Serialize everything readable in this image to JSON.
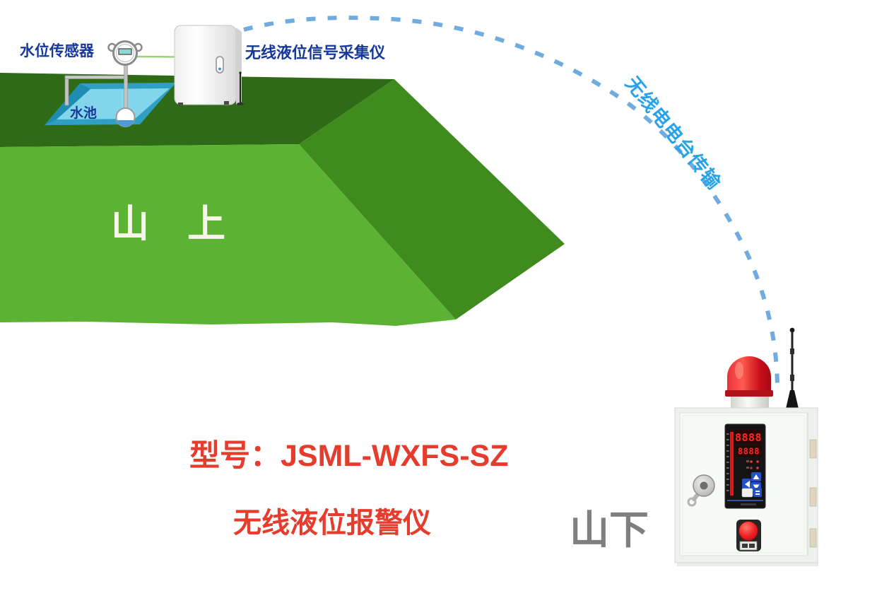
{
  "labels": {
    "sensor": "水位传感器",
    "collector": "无线液位信号采集仪",
    "pool": "水池",
    "uphill": "山　上",
    "transmission": "无线电电台传输",
    "downhill": "山下",
    "model": "型号：JSML-WXFS-SZ",
    "product": "无线液位报警仪"
  },
  "device_panel": {
    "display_row1": "8888",
    "display_row2": "8888"
  },
  "colors": {
    "label_blue": "#16389a",
    "transmission_blue": "#28a2e8",
    "dash_arc_blue": "#61a3dc",
    "red_text": "#e63c2d",
    "mountain_top_face": "#2f6b16",
    "mountain_slope_face": "#3f8b1e",
    "mountain_front_face": "#5cb232",
    "pool_rim_teal": "#2f9fc3",
    "pool_water": "#83d5eb",
    "beacon_red": "#cf1020",
    "panel_digit_red": "#ff2a20",
    "button_blue": "#2352c8",
    "downhill_gray": "#7f7f7f"
  }
}
